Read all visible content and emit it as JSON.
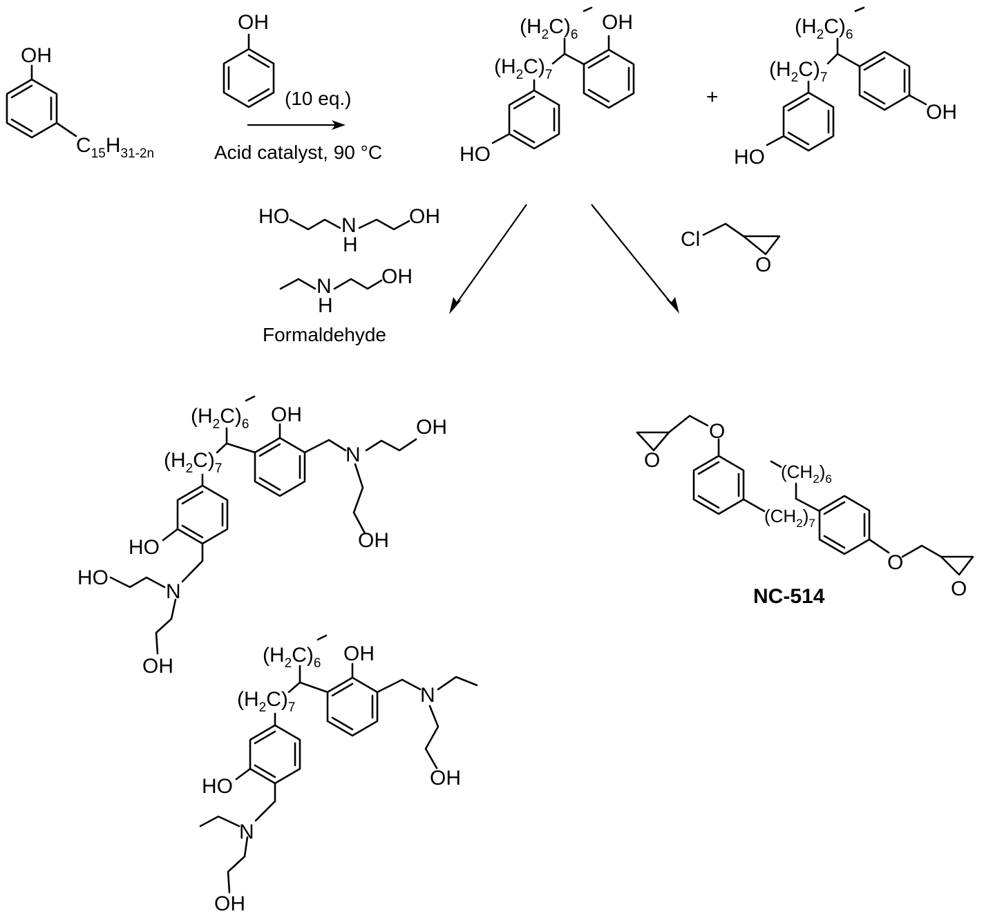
{
  "labels": {
    "oh": "OH",
    "ho": "HO",
    "h": "H",
    "n": "N",
    "o": "O",
    "cl": "Cl",
    "plus": "+",
    "c": "C",
    "h31_2n": "H",
    "sub15": "15",
    "sub31_2n": "31-2n",
    "h2c_6": "(H",
    "h2c_6_b": "C)",
    "sub2": "2",
    "sub6": "6",
    "sub7": "7",
    "ch2_open": "(CH",
    "ch2_close": ")"
  },
  "conditions": {
    "equivalents": "(10 eq.)",
    "catalyst": "Acid catalyst, 90 °C",
    "formaldehyde": "Formaldehyde"
  },
  "product_name": "NC-514"
}
